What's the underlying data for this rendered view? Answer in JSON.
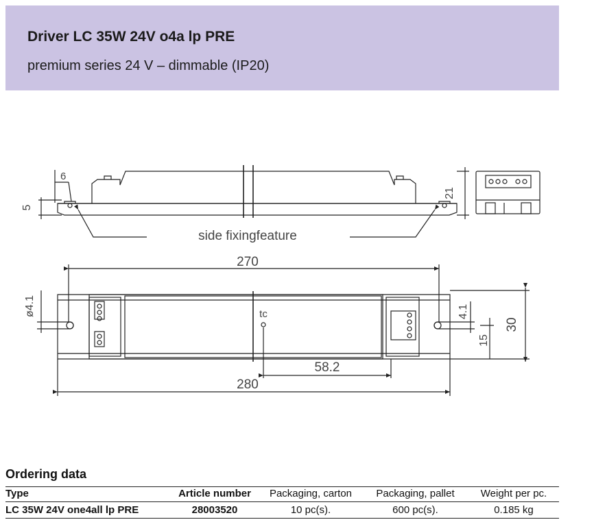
{
  "header": {
    "title": "Driver LC 35W 24V o4a lp PRE",
    "subtitle": "premium series 24 V – dimmable (IP20)",
    "background_color": "#cbc3e3"
  },
  "drawing": {
    "dim_6": "6",
    "dim_5": "5",
    "dim_21": "21",
    "label_side_fixing": "side fixingfeature",
    "dim_270": "270",
    "dim_d41": "ø4.1",
    "label_tc": "tc",
    "dim_41": "4.1",
    "dim_15": "15",
    "dim_30": "30",
    "dim_582": "58.2",
    "dim_280": "280"
  },
  "ordering": {
    "title": "Ordering data",
    "headers": {
      "type": "Type",
      "article": "Article number",
      "carton": "Packaging, carton",
      "pallet": "Packaging, pallet",
      "weight": "Weight per pc."
    },
    "rows": [
      {
        "type": "LC 35W 24V one4all lp PRE",
        "article": "28003520",
        "carton": "10 pc(s).",
        "pallet": "600 pc(s).",
        "weight": "0.185 kg"
      }
    ]
  }
}
